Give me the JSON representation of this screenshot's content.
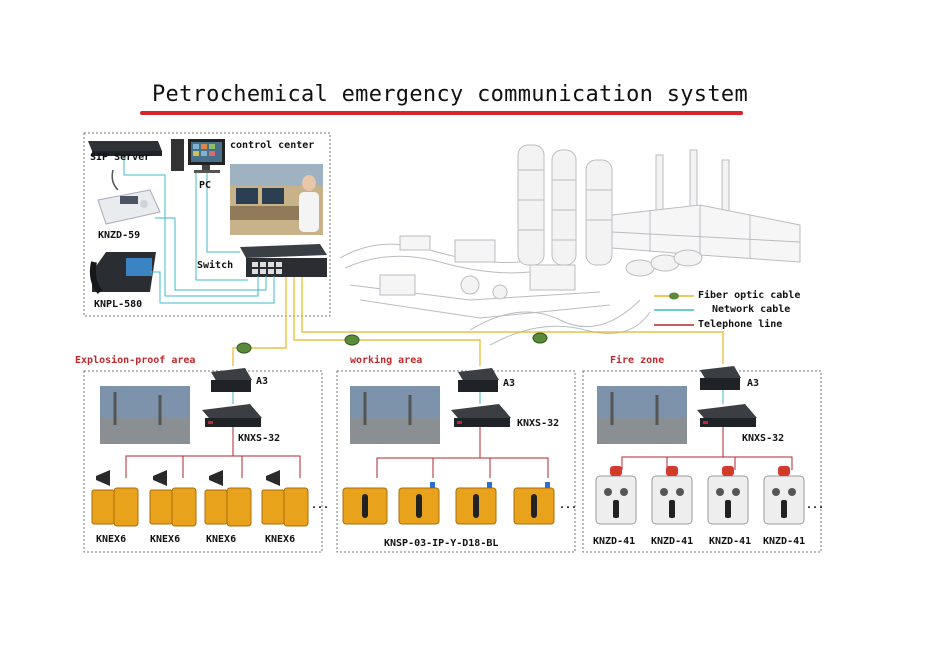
{
  "title": "Petrochemical emergency communication system",
  "colors": {
    "title_underline": "#d9242b",
    "fiber": "#e8b820",
    "network": "#3fb8c9",
    "telephone": "#b3262c",
    "zone_label": "#c0282d",
    "device_yellow": "#e9a21b"
  },
  "control": {
    "sip_server": "SIP Server",
    "pc": "PC",
    "control_center": "control center",
    "knzd59": "KNZD-59",
    "knpl580": "KNPL-580",
    "switch": "Switch"
  },
  "legend": {
    "fiber": "Fiber optic cable",
    "network": "Network cable",
    "telephone": "Telephone line"
  },
  "zones": [
    {
      "name": "Explosion-proof area",
      "a3": "A3",
      "switch": "KNXS-32",
      "devices": [
        "KNEX6",
        "KNEX6",
        "KNEX6",
        "KNEX6"
      ],
      "more": "..."
    },
    {
      "name": "working area",
      "a3": "A3",
      "switch": "KNXS-32",
      "device_label": "KNSP-03-IP-Y-D18-BL",
      "more": "..."
    },
    {
      "name": "Fire zone",
      "a3": "A3",
      "switch": "KNXS-32",
      "devices": [
        "KNZD-41",
        "KNZD-41",
        "KNZD-41",
        "KNZD-41"
      ],
      "more": "..."
    }
  ]
}
